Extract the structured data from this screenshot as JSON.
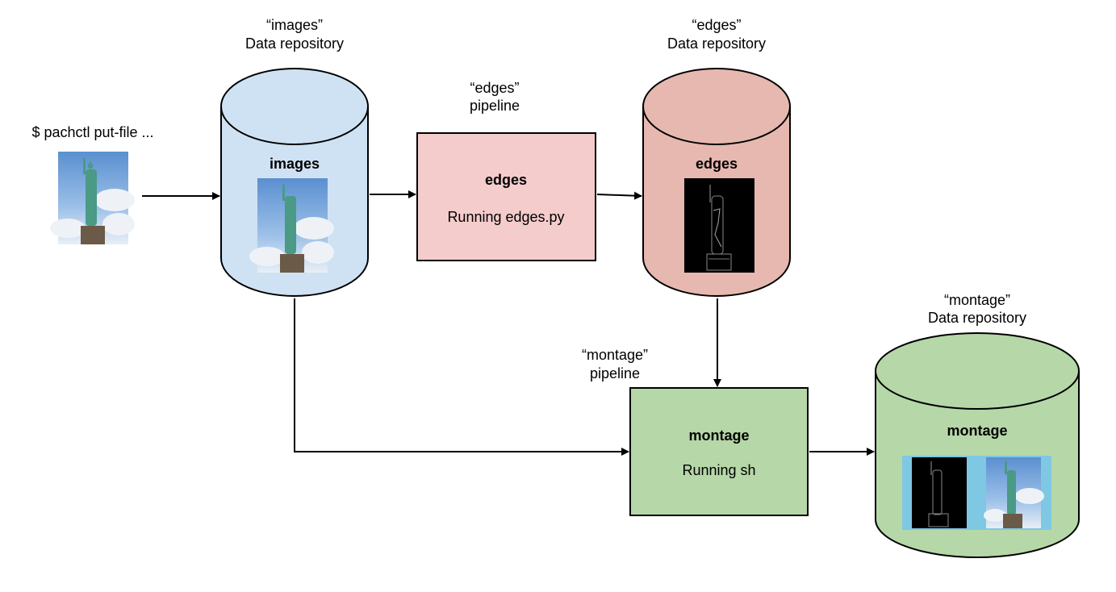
{
  "command": "$ pachctl put-file ...",
  "repos": {
    "images": {
      "caption_name": "“images”",
      "caption_type": "Data repository",
      "label": "images",
      "fill": "#cfe2f3",
      "image": "statue-photo"
    },
    "edges": {
      "caption_name": "“edges”",
      "caption_type": "Data repository",
      "label": "edges",
      "fill": "#e6b8af",
      "image": "statue-edge-detected"
    },
    "montage": {
      "caption_name": "“montage”",
      "caption_type": "Data repository",
      "label": "montage",
      "fill": "#b6d7a8",
      "image": "statue-montage"
    }
  },
  "pipelines": {
    "edges": {
      "caption_name": "“edges”",
      "caption_type": "pipeline",
      "name": "edges",
      "status": "Running edges.py",
      "fill": "#f4cccc"
    },
    "montage": {
      "caption_name": "“montage”",
      "caption_type": "pipeline",
      "name": "montage",
      "status": "Running sh",
      "fill": "#b6d7a8"
    }
  },
  "colors": {
    "stroke": "#000000",
    "sky": "#6fa8dc",
    "cloud": "#e8eef5",
    "statue": "#4a9a86",
    "pedestal": "#6b5a48",
    "montage_bg": "#7ec8e3"
  }
}
